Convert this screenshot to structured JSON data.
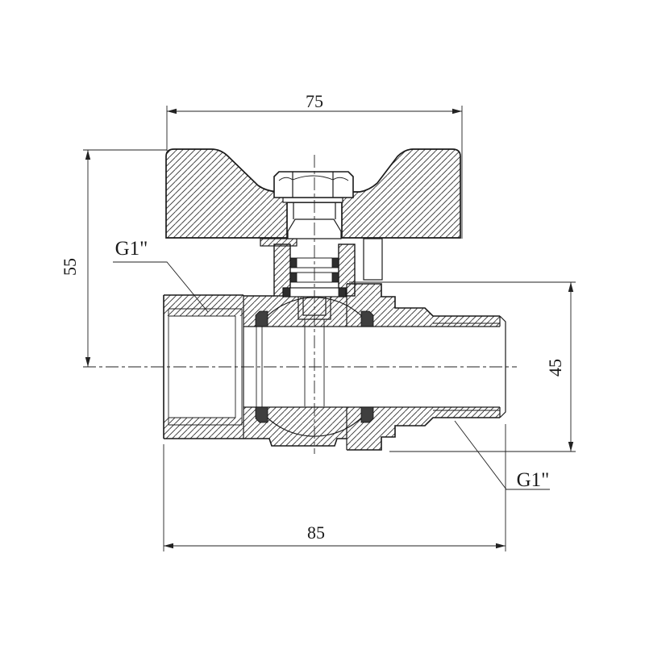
{
  "drawing": {
    "dimensions": {
      "handle_width": "75",
      "left_height": "55",
      "right_body_height": "45",
      "body_length": "85"
    },
    "thread_labels": {
      "left_port": "G1\"",
      "right_port": "G1\""
    },
    "colors": {
      "line": "#1a1a1a",
      "background": "#ffffff",
      "seat": "#3f3f3f",
      "oring": "#2e2e2e"
    }
  }
}
